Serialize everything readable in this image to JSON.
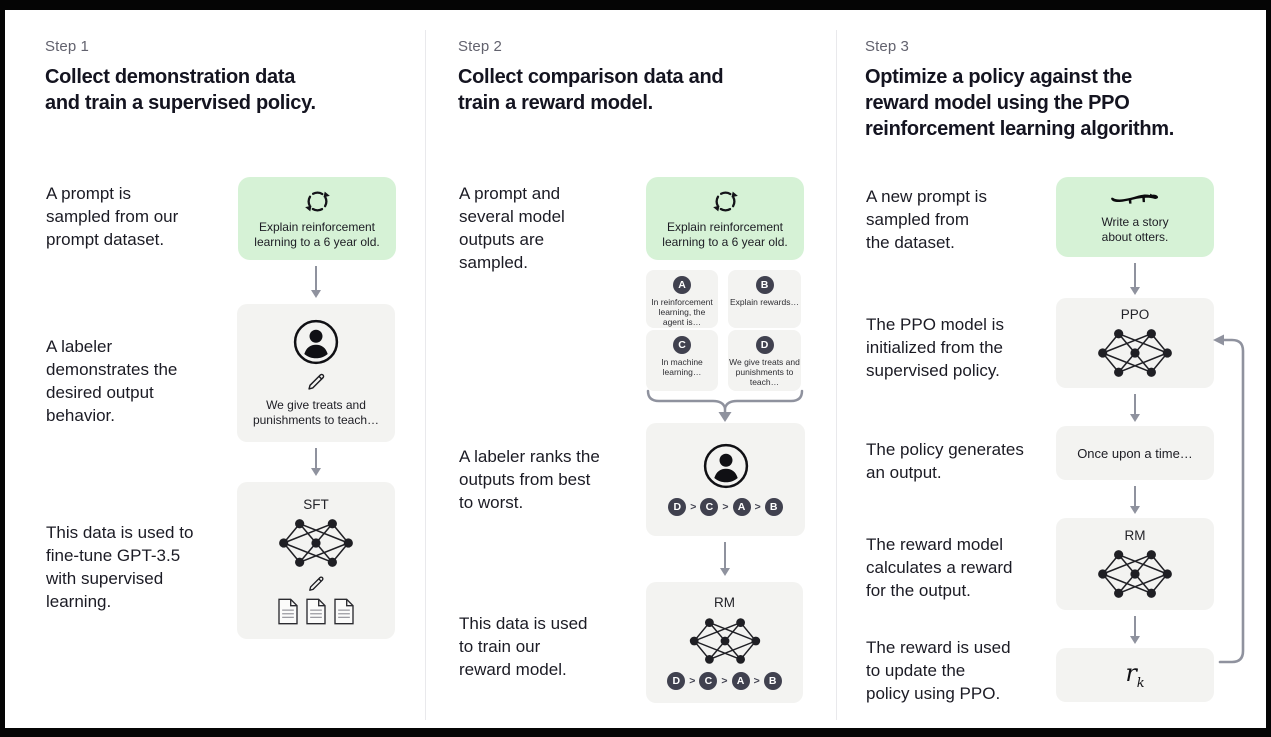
{
  "colors": {
    "accent_green": "#d6f2d6",
    "card_gray": "#f3f3f1",
    "badge_dark": "#40414f",
    "arrow_gray": "#8f929e",
    "frame_black": "#050505"
  },
  "rank_separator": ">",
  "steps": [
    {
      "label": "Step 1",
      "title": "Collect demonstration data\nand train a supervised policy.",
      "captions": {
        "prompt": "A prompt is\nsampled from our\nprompt dataset.",
        "labeler": "A labeler\ndemonstrates the\ndesired output\nbehavior.",
        "finetune": "This data is used to\nfine-tune GPT-3.5\nwith supervised\nlearning."
      },
      "prompt_card": {
        "icon": "cycle-icon",
        "text": "Explain reinforcement\nlearning to a 6 year old."
      },
      "labeler_card": {
        "icon": "labeler-icon",
        "text": "We give treats and\npunishments to teach…"
      },
      "model_card": {
        "label": "SFT"
      }
    },
    {
      "label": "Step 2",
      "title": "Collect comparison data and\ntrain a reward model.",
      "captions": {
        "sampled": "A prompt and\nseveral model\noutputs are\nsampled.",
        "ranks": "A labeler ranks the\noutputs from best\nto worst.",
        "train": "This data is used\nto train our\nreward model."
      },
      "prompt_card": {
        "icon": "cycle-icon",
        "text": "Explain reinforcement\nlearning to a 6 year old."
      },
      "outputs": [
        {
          "letter": "A",
          "text": "In reinforcement\nlearning, the\nagent is…"
        },
        {
          "letter": "B",
          "text": "Explain rewards…"
        },
        {
          "letter": "C",
          "text": "In machine\nlearning…"
        },
        {
          "letter": "D",
          "text": "We give treats and\npunishments to\nteach…"
        }
      ],
      "ranking": [
        "D",
        "C",
        "A",
        "B"
      ],
      "model_card": {
        "label": "RM"
      }
    },
    {
      "label": "Step 3",
      "title": "Optimize a policy against the\nreward model using the PPO\nreinforcement learning algorithm.",
      "captions": {
        "new_prompt": "A new prompt is\nsampled from\nthe dataset.",
        "init": "The PPO model is\ninitialized from the\nsupervised policy.",
        "generates": "The policy generates\nan output.",
        "reward": "The reward model\ncalculates a reward\nfor the output.",
        "update": "The reward is used\nto update the\npolicy using PPO."
      },
      "prompt_card": {
        "icon": "otter-icon",
        "text": "Write a story\nabout otters."
      },
      "ppo_card": {
        "label": "PPO"
      },
      "output_card": {
        "text": "Once upon a time…"
      },
      "rm_card": {
        "label": "RM"
      },
      "reward_card": {
        "base": "r",
        "sub": "k"
      }
    }
  ]
}
